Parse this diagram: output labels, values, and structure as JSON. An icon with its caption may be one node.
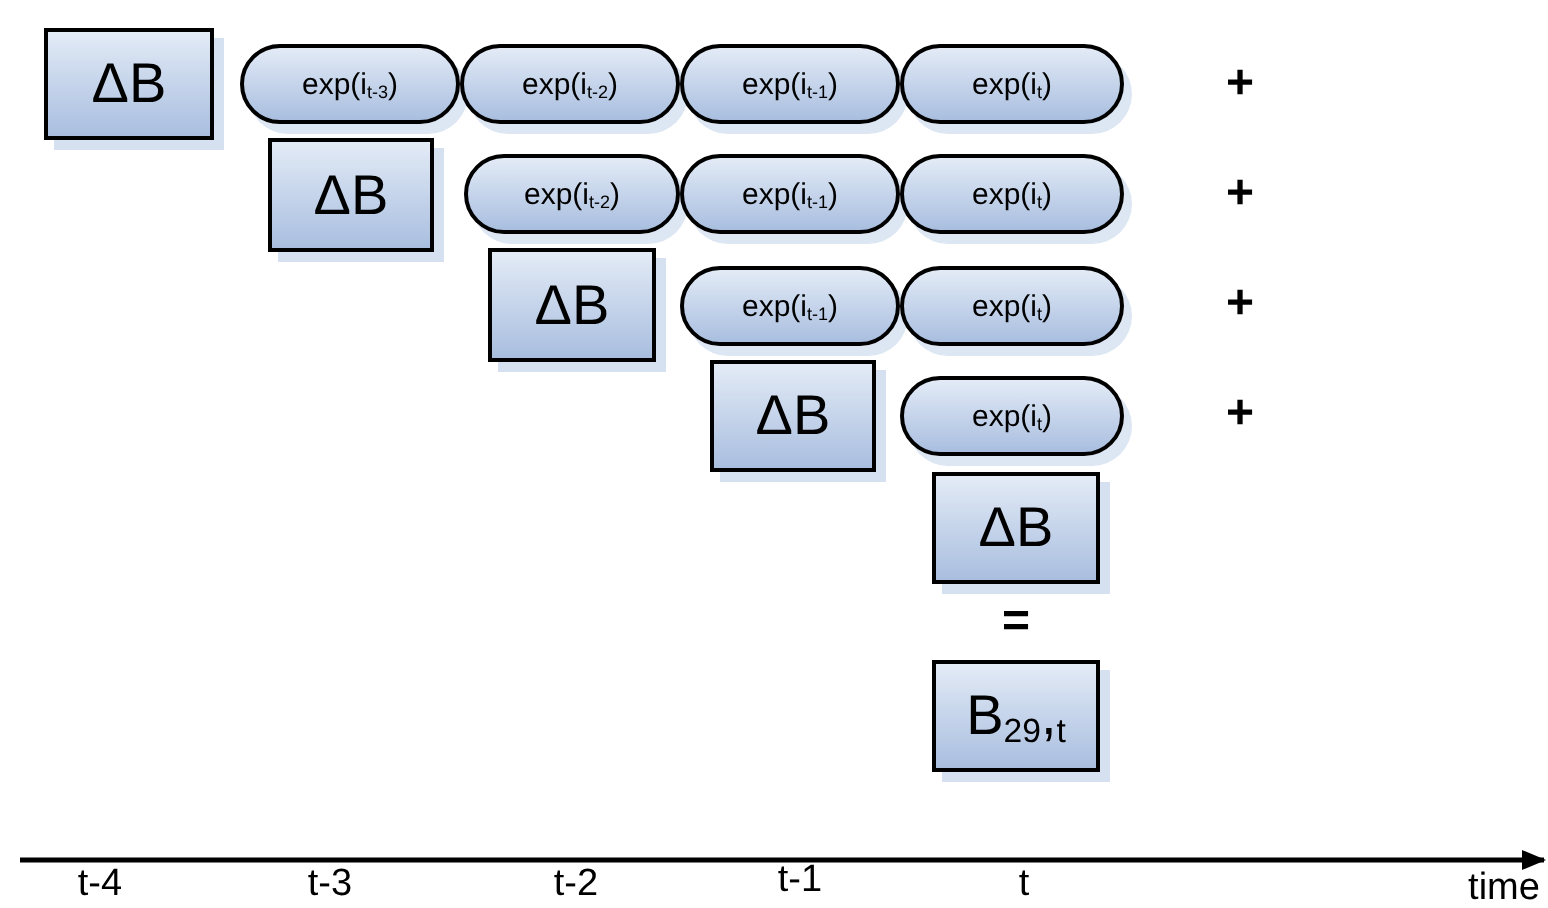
{
  "diagram": {
    "nodes": [
      {
        "text": [
          "ΔB"
        ]
      },
      {
        "text": [
          "exp(i$_{t-3}$)"
        ]
      },
      {
        "text": [
          "exp(i$_{t-2}$)"
        ]
      },
      {
        "text": [
          "exp(i$_{t-1}$)"
        ]
      },
      {
        "text": [
          "exp(i$_{t}$)"
        ]
      },
      {
        "text": [
          "ΔB"
        ]
      },
      {
        "text": [
          "exp(i$_{t-2}$)"
        ]
      },
      {
        "text": [
          "exp(i$_{t-1}$)"
        ]
      },
      {
        "text": [
          "exp(i$_{t}$)"
        ]
      },
      {
        "text": [
          "ΔB"
        ]
      },
      {
        "text": [
          "exp(i$_{t-1}$)"
        ]
      },
      {
        "text": [
          "exp(i$_{t}$)"
        ]
      },
      {
        "text": [
          "ΔB"
        ]
      },
      {
        "text": [
          "exp(i$_{t}$)"
        ]
      },
      {
        "text": [
          "ΔB"
        ]
      },
      {
        "text": [
          "B$_{29}$,$_{t}$"
        ]
      }
    ],
    "labels": [
      "+",
      "+",
      "+",
      "+",
      "=",
      "t-4",
      "t-3",
      "t-2",
      "t-1",
      "t",
      "time"
    ]
  }
}
